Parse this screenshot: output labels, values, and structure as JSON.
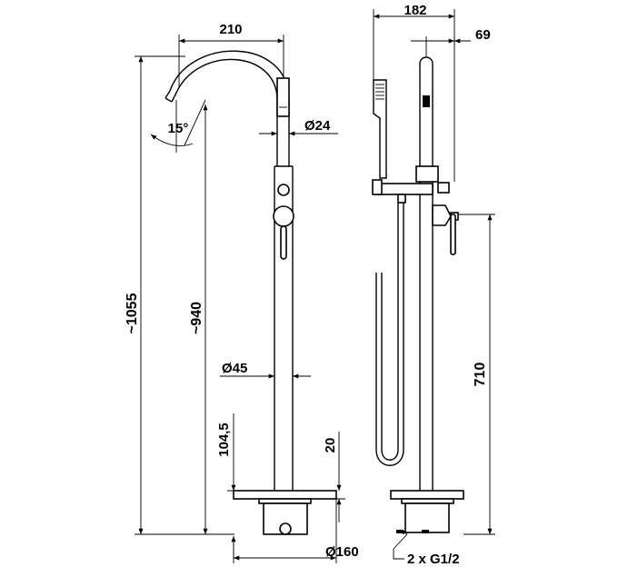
{
  "dimensions": {
    "spout_reach": "210",
    "spout_angle": "15°",
    "pipe_diameter_top": "Ø24",
    "overall_height": "~1055",
    "spout_height": "~940",
    "column_diameter": "Ø45",
    "base_height": "104,5",
    "base_offset": "20",
    "base_diameter": "Ø160",
    "side_width": "182",
    "side_offset": "69",
    "lever_height": "710",
    "connections": "2 x G1/2"
  }
}
